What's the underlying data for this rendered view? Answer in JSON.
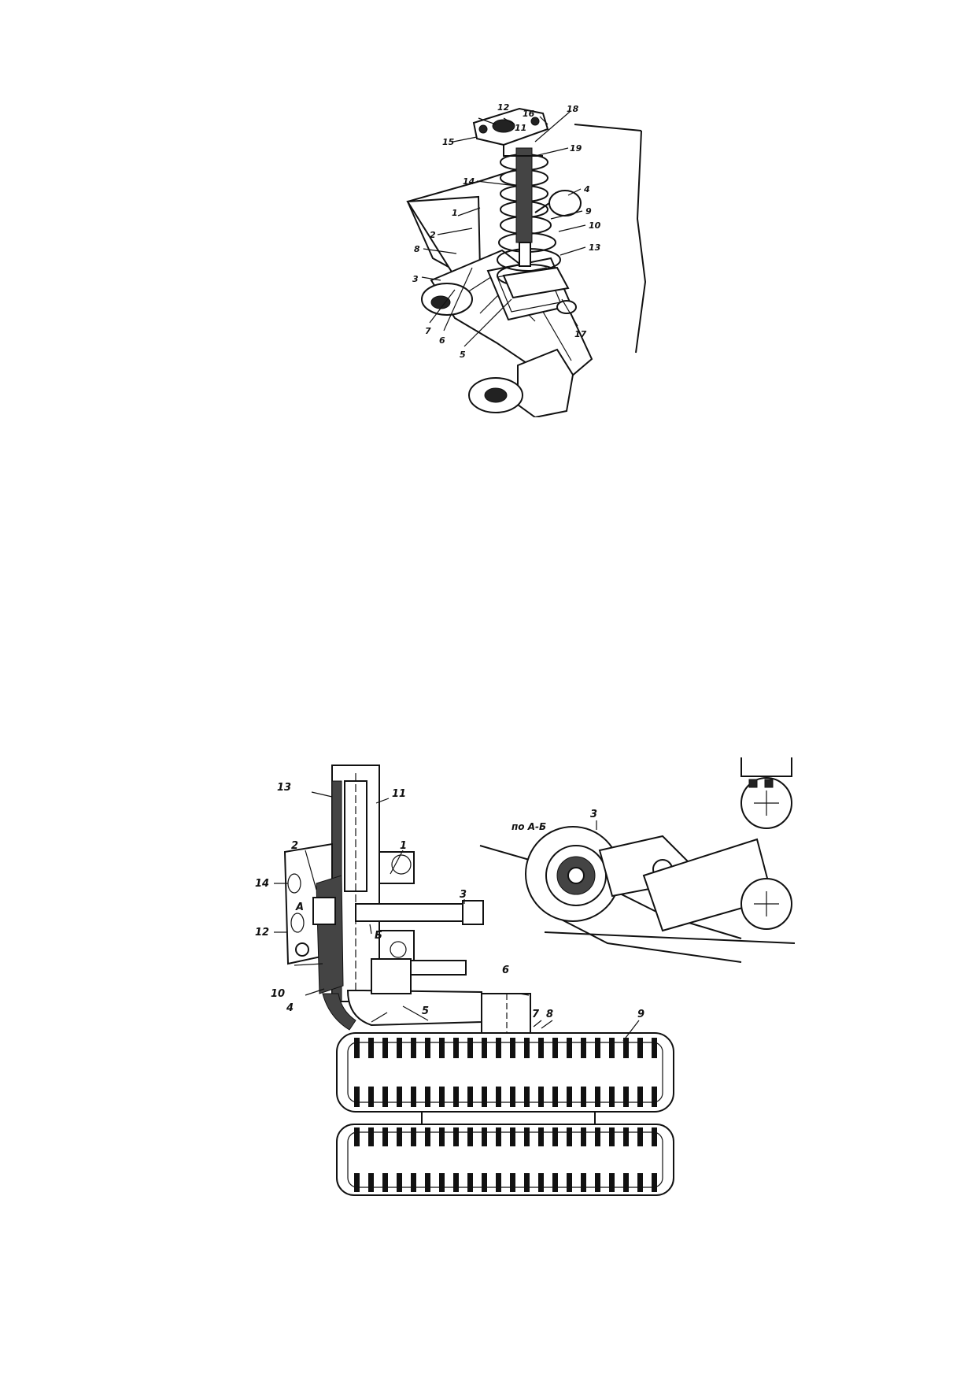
{
  "figures": [
    {
      "id": "suspension-spring-unit",
      "callouts": [
        "12",
        "16",
        "11",
        "18",
        "15",
        "19",
        "14",
        "4",
        "1",
        "9",
        "2",
        "10",
        "8",
        "13",
        "3",
        "7",
        "6",
        "5",
        "17"
      ]
    },
    {
      "id": "track-roller-balancer",
      "view_label": "по А-Б",
      "callouts": [
        "13",
        "11",
        "2",
        "1",
        "14",
        "3",
        "А",
        "12",
        "Б",
        "10",
        "4",
        "5",
        "6",
        "7",
        "8",
        "9",
        "3"
      ]
    }
  ]
}
